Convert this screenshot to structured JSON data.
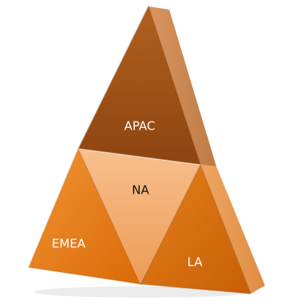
{
  "diagram": {
    "segments": {
      "top": {
        "label": "APAC",
        "color": "#9a4c12"
      },
      "center": {
        "label": "NA",
        "color": "#f3a765"
      },
      "left": {
        "label": "EMEA",
        "color": "#e47c17"
      },
      "right": {
        "label": "LA",
        "color": "#d7700f"
      }
    },
    "side_colors": {
      "upper": "#c98852",
      "lower": "#e69a57"
    }
  }
}
